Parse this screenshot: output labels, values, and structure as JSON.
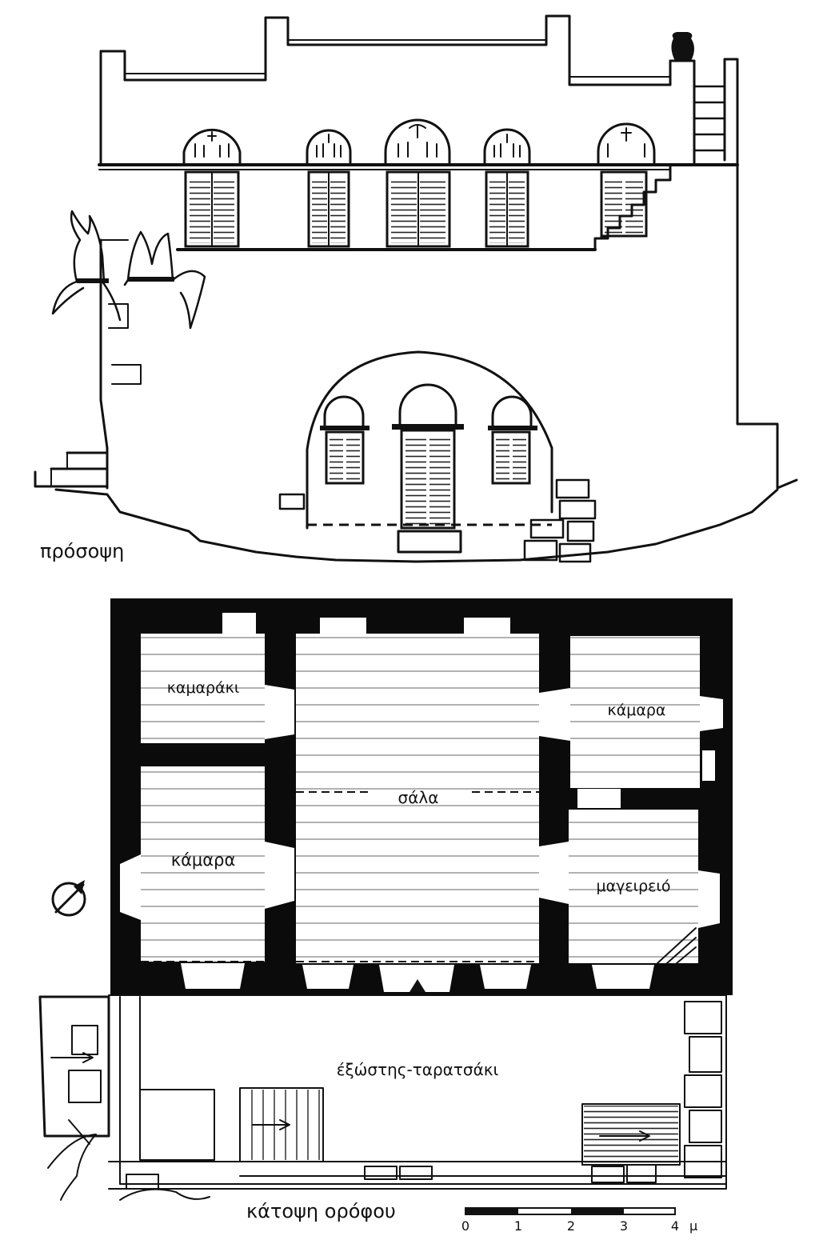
{
  "facade": {
    "label": "πρόσοψη"
  },
  "plan": {
    "rooms": {
      "kamaraki": "καμαράκι",
      "kamara_left": "κάμαρα",
      "sala": "σάλα",
      "kamara_right": "κάμαρα",
      "mageireio": "μαγειρειό"
    },
    "balcony": "έξώστης-ταρατσάκι",
    "title": "κάτοψη ορόφου",
    "scale": {
      "ticks": [
        "0",
        "1",
        "2",
        "3",
        "4"
      ],
      "unit": "μ"
    }
  },
  "icons": {
    "north": "north-arrow-icon"
  }
}
